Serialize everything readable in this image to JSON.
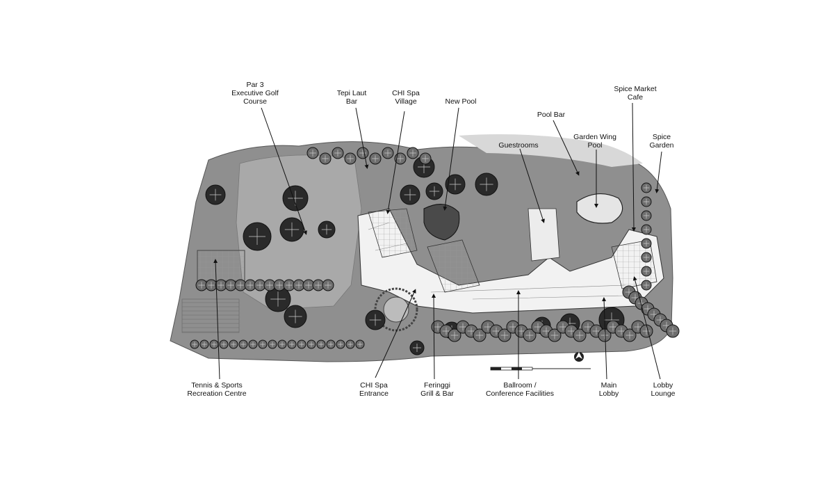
{
  "labels": {
    "par3": "Par 3\nExecutive Golf\nCourse",
    "tepi_laut": "Tepi Laut\nBar",
    "chi_spa_village": "CHI Spa\nVillage",
    "new_pool": "New Pool",
    "spice_market": "Spice Market\nCafe",
    "pool_bar": "Pool Bar",
    "garden_wing_pool": "Garden Wing\nPool",
    "spice_garden": "Spice\nGarden",
    "guestrooms": "Guestrooms",
    "tennis": "Tennis & Sports\nRecreation Centre",
    "chi_spa_entrance": "CHI Spa\nEntrance",
    "feringgi": "Feringgi\nGrill & Bar",
    "ballroom": "Ballroom /\nConference Facilities",
    "main_lobby": "Main\nLobby",
    "lobby_lounge": "Lobby\nLounge"
  },
  "colors": {
    "foliage_dark": "#2a2a2a",
    "foliage_mid": "#6e6e6e",
    "lawn": "#a9a9a9",
    "building": "#f2f2f2",
    "ink": "#111111"
  }
}
